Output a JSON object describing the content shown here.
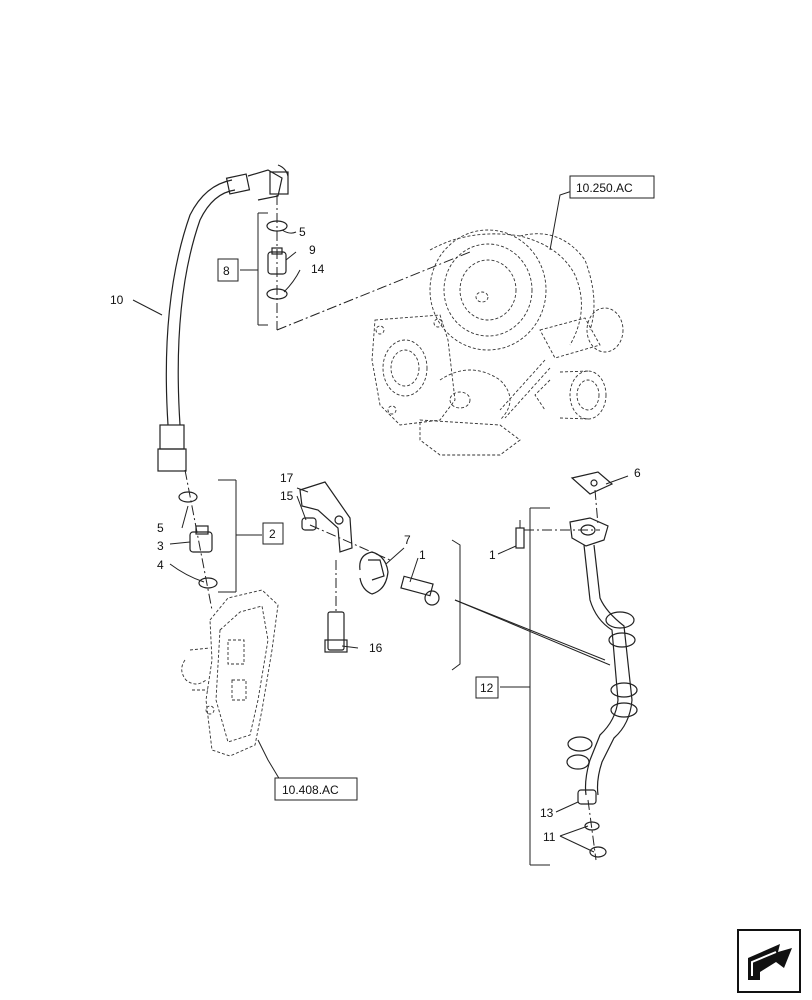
{
  "references": {
    "turbo": "10.250.AC",
    "block": "10.408.AC"
  },
  "callouts": {
    "c1a": "1",
    "c1b": "1",
    "c2": "2",
    "c3": "3",
    "c4": "4",
    "c5a": "5",
    "c5b": "5",
    "c6": "6",
    "c7": "7",
    "c8": "8",
    "c9": "9",
    "c10": "10",
    "c11": "11",
    "c12": "12",
    "c13": "13",
    "c14": "14",
    "c15": "15",
    "c16": "16",
    "c17": "17"
  },
  "icons": {
    "navigation": "next-page-arrow-icon"
  }
}
